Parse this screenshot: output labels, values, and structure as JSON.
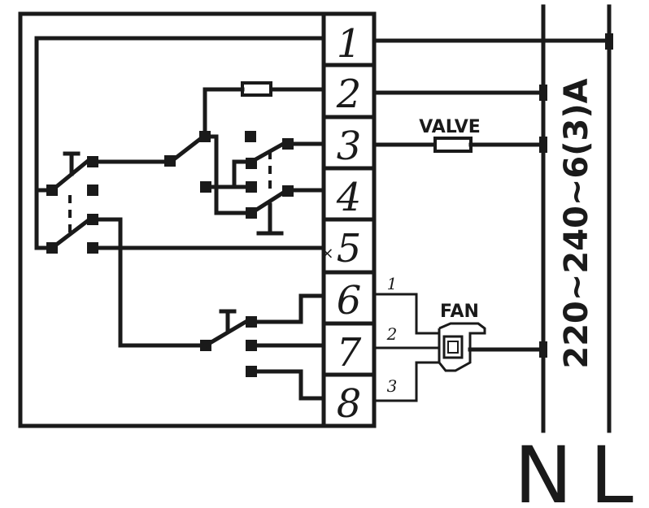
{
  "terminals": [
    "1",
    "2",
    "3",
    "4",
    "5",
    "6",
    "7",
    "8"
  ],
  "fan_taps": [
    "1",
    "2",
    "3"
  ],
  "valve_label": "VALVE",
  "fan_label": "FAN",
  "supply_rating": "220~240~6(3)A",
  "lines": {
    "neutral": "N",
    "live": "L"
  }
}
